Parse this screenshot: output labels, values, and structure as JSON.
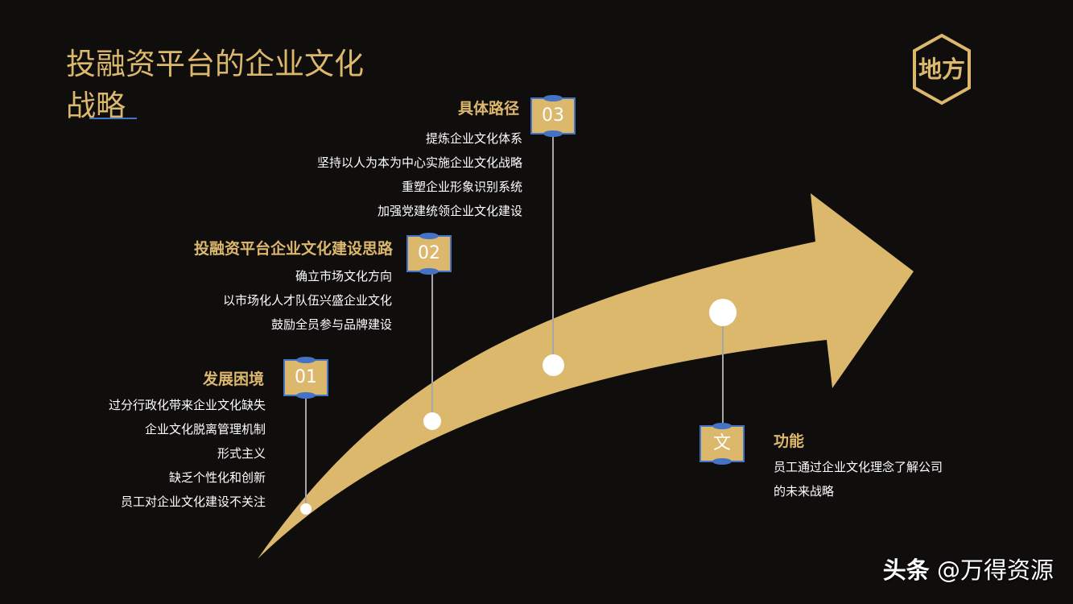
{
  "title": {
    "line1": "投融资平台的企业文化",
    "line2": "战略"
  },
  "logo": {
    "text": "地方",
    "shape": "hexagon-outline"
  },
  "colors": {
    "background": "#100d0d",
    "gold": "#dcb86d",
    "blue": "#4472c4",
    "line": "#a6a6a6",
    "text": "#ffffff"
  },
  "steps": [
    {
      "badge": "01",
      "heading": "发展困境",
      "items": [
        "过分行政化带来企业文化缺失",
        "企业文化脱离管理机制",
        "形式主义",
        "缺乏个性化和创新",
        "员工对企业文化建设不关注"
      ]
    },
    {
      "badge": "02",
      "heading": "投融资平台企业文化建设思路",
      "items": [
        "确立市场文化方向",
        "以市场化人才队伍兴盛企业文化",
        "鼓励全员参与品牌建设"
      ]
    },
    {
      "badge": "03",
      "heading": "具体路径",
      "items": [
        "提炼企业文化体系",
        "坚持以人为本为中心实施企业文化战略",
        "重塑企业形象识别系统",
        "加强党建统领企业文化建设"
      ]
    },
    {
      "badge": "文",
      "heading": "功能",
      "items": [
        "员工通过企业文化理念了解公司",
        "的未来战略"
      ]
    }
  ],
  "watermark": {
    "platform": "头条",
    "handle": "@万得资源"
  }
}
